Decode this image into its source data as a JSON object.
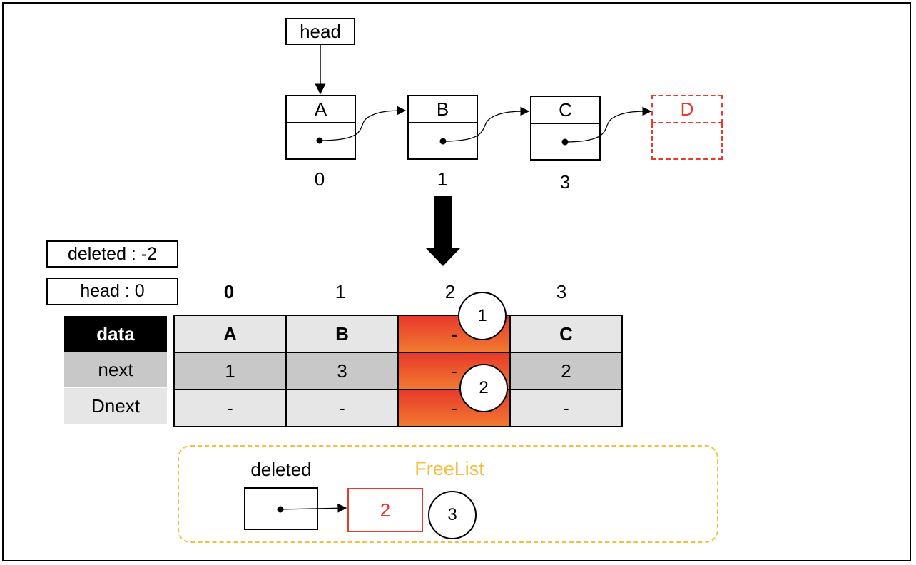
{
  "linked_list": {
    "head_label": "head",
    "nodes": [
      {
        "value": "A",
        "index": "0"
      },
      {
        "value": "B",
        "index": "1"
      },
      {
        "value": "C",
        "index": "3"
      }
    ],
    "new_node": {
      "value": "D"
    }
  },
  "state": {
    "deleted_label": "deleted : -2",
    "head_label": "head : 0"
  },
  "array": {
    "column_headers": [
      "0",
      "1",
      "2",
      "3"
    ],
    "rows": [
      {
        "label": "data",
        "cells": [
          "A",
          "B",
          "-",
          "C"
        ]
      },
      {
        "label": "next",
        "cells": [
          "1",
          "3",
          "-",
          "2"
        ]
      },
      {
        "label": "Dnext",
        "cells": [
          "-",
          "-",
          "-",
          "-"
        ]
      }
    ],
    "highlight_column": 2
  },
  "steps": [
    "1",
    "2",
    "3"
  ],
  "freelist": {
    "title": "FreeList",
    "pointer_label": "deleted",
    "node_value": "2"
  },
  "colors": {
    "new_node": "#e8392b",
    "highlight_top": "#e8392b",
    "highlight_bottom": "#f07a30",
    "freelist_border": "#f2c040",
    "row_data_bg": "#000000",
    "row_next_bg": "#c8c8c8",
    "row_dnext_bg": "#e6e6e6"
  }
}
